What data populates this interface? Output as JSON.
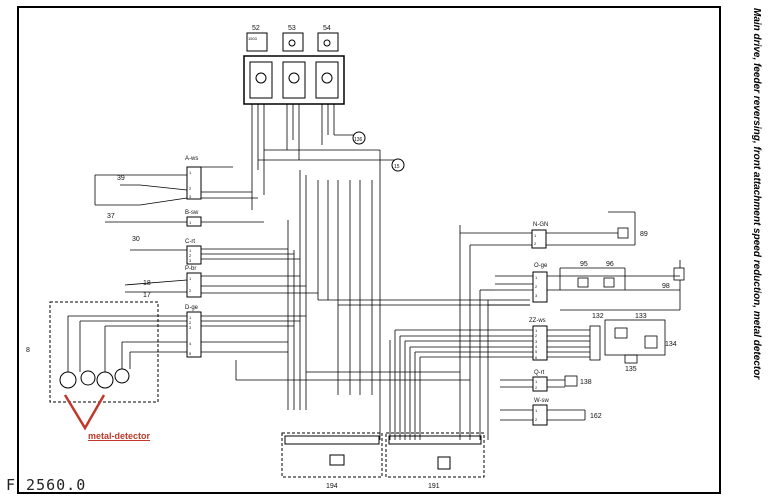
{
  "title": "Main drive, feeder reversing, front attachment speed reduction, metal detector",
  "figure_id": "F 2560.0",
  "annotation": {
    "text": "metal-detector",
    "color": "#c0392b"
  },
  "relays": [
    {
      "label": "52",
      "icon_text": "1503"
    },
    {
      "label": "53",
      "icon_text": ""
    },
    {
      "label": "54",
      "icon_text": ""
    }
  ],
  "connectors": [
    {
      "label": "A-ws",
      "pins": [
        "1",
        "2",
        "3"
      ]
    },
    {
      "label": "B-sw",
      "pins": [
        "1"
      ]
    },
    {
      "label": "C-rt",
      "pins": [
        "1",
        "2",
        "3"
      ]
    },
    {
      "label": "P-br",
      "pins": [
        "1",
        "2"
      ]
    },
    {
      "label": "D-ge",
      "pins": [
        "1",
        "2",
        "3",
        "4",
        "5"
      ]
    },
    {
      "label": "N-GN",
      "pins": [
        "1",
        "2"
      ]
    },
    {
      "label": "O-ge",
      "pins": [
        "1",
        "2",
        "3"
      ]
    },
    {
      "label": "ZZ-ws",
      "pins": [
        "1",
        "2",
        "3",
        "4",
        "5",
        "6"
      ]
    },
    {
      "label": "Q-rt",
      "pins": [
        "1",
        "2"
      ]
    },
    {
      "label": "W-sw",
      "pins": [
        "1",
        "2"
      ]
    }
  ],
  "components": [
    "39",
    "37",
    "30",
    "18",
    "17",
    "8",
    "89",
    "95",
    "96",
    "98",
    "132",
    "133",
    "134",
    "135",
    "138",
    "162"
  ],
  "refs": [
    "136",
    "15"
  ],
  "modules": [
    "194",
    "191"
  ]
}
